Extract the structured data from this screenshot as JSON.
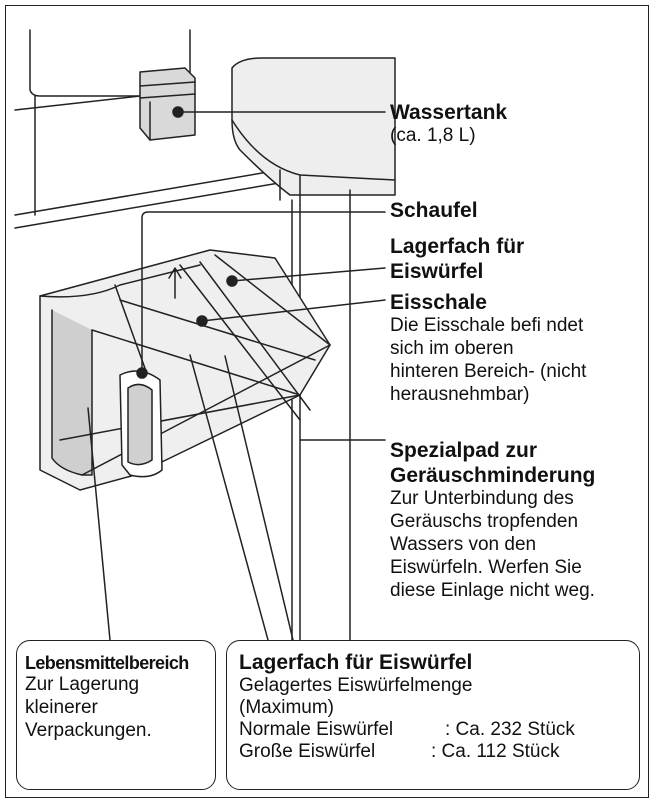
{
  "labels": {
    "wassertank": {
      "title": "Wassertank",
      "sub": "(ca. 1,8 L)"
    },
    "schaufel": {
      "title": "Schaufel"
    },
    "lagerfach_top": {
      "title_line1": "Lagerfach für",
      "title_line2": "Eiswürfel"
    },
    "eisschale": {
      "title": "Eisschale",
      "lines": [
        "Die Eisschale befi ndet",
        "sich im oberen",
        "hinteren Bereich- (nicht",
        "herausnehmbar)"
      ]
    },
    "spezialpad": {
      "title_line1": "Spezialpad zur",
      "title_line2": "Geräuschminderung",
      "lines": [
        "Zur Unterbindung des",
        "Geräuschs tropfenden",
        "Wassers von den",
        "Eiswürfeln. Werfen Sie",
        "diese Einlage nicht weg."
      ]
    }
  },
  "box_left": {
    "title": "Lebensmittelbereich",
    "lines": [
      "Zur Lagerung",
      "kleinerer",
      "Verpackungen."
    ]
  },
  "box_right": {
    "title": "Lagerfach für Eiswürfel",
    "lines": [
      "Gelagertes Eiswürfelmenge",
      "(Maximum)"
    ],
    "rows": [
      {
        "label": "Normale Eiswürfel",
        "value": ": Ca. 232 Stück"
      },
      {
        "label": "Große Eiswürfel",
        "value": ": Ca. 112 Stück"
      }
    ]
  }
}
